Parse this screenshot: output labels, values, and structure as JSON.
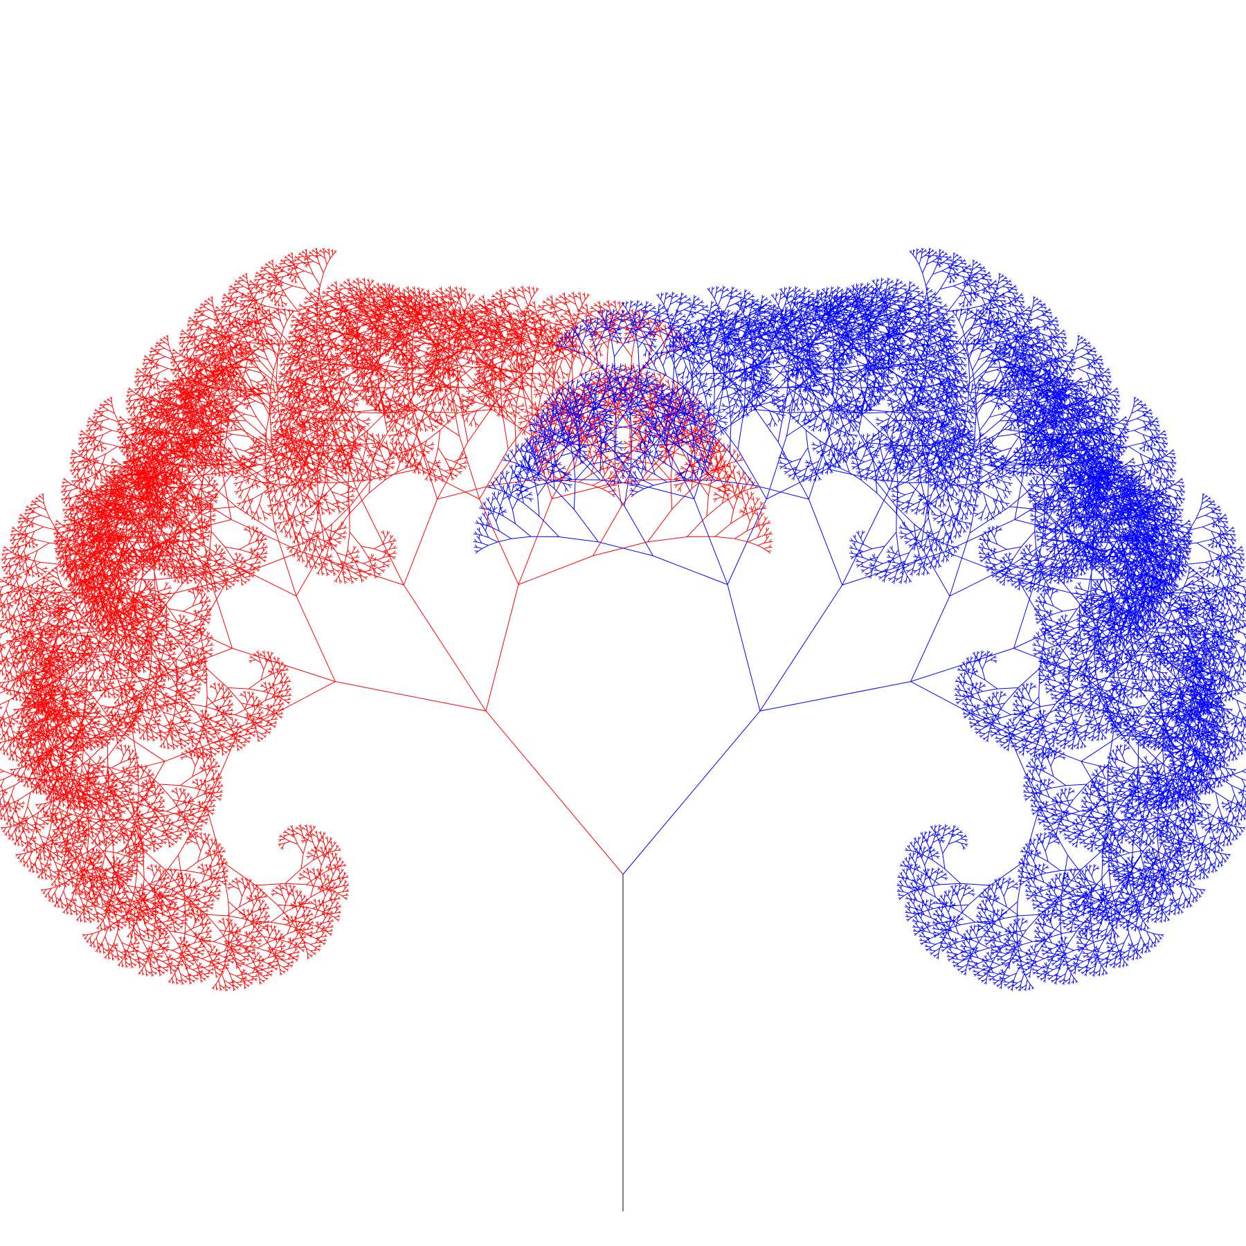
{
  "figure": {
    "subject": "fractal-tree",
    "background_color": "#ffffff",
    "trunk_color": "#000000",
    "branches": [
      {
        "side": "left",
        "color": "#ff0000"
      },
      {
        "side": "right",
        "color": "#0000ff"
      }
    ]
  }
}
